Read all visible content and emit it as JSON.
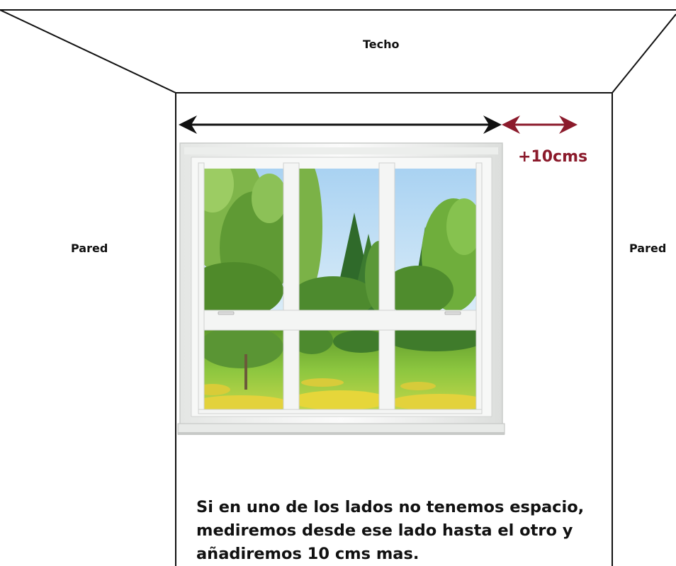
{
  "labels": {
    "ceiling": "Techo",
    "wall_left": "Pared",
    "wall_right": "Pared",
    "extra_width": "+10cms"
  },
  "caption": [
    "Si en uno de los lados no tenemos espacio,",
    "mediremos desde ese lado hasta el otro y",
    "añadiremos 10 cms mas."
  ],
  "colors": {
    "lines": "#111111",
    "extra_arrow": "#8b1a2b",
    "frame": "#f3f4f3",
    "sky": "#bcdcf5",
    "foliage": "#5c9a34",
    "grass": "#8cc63f",
    "flowers": "#e6d63a"
  },
  "illustration": {
    "subject": "window",
    "view": "trees and meadow"
  }
}
